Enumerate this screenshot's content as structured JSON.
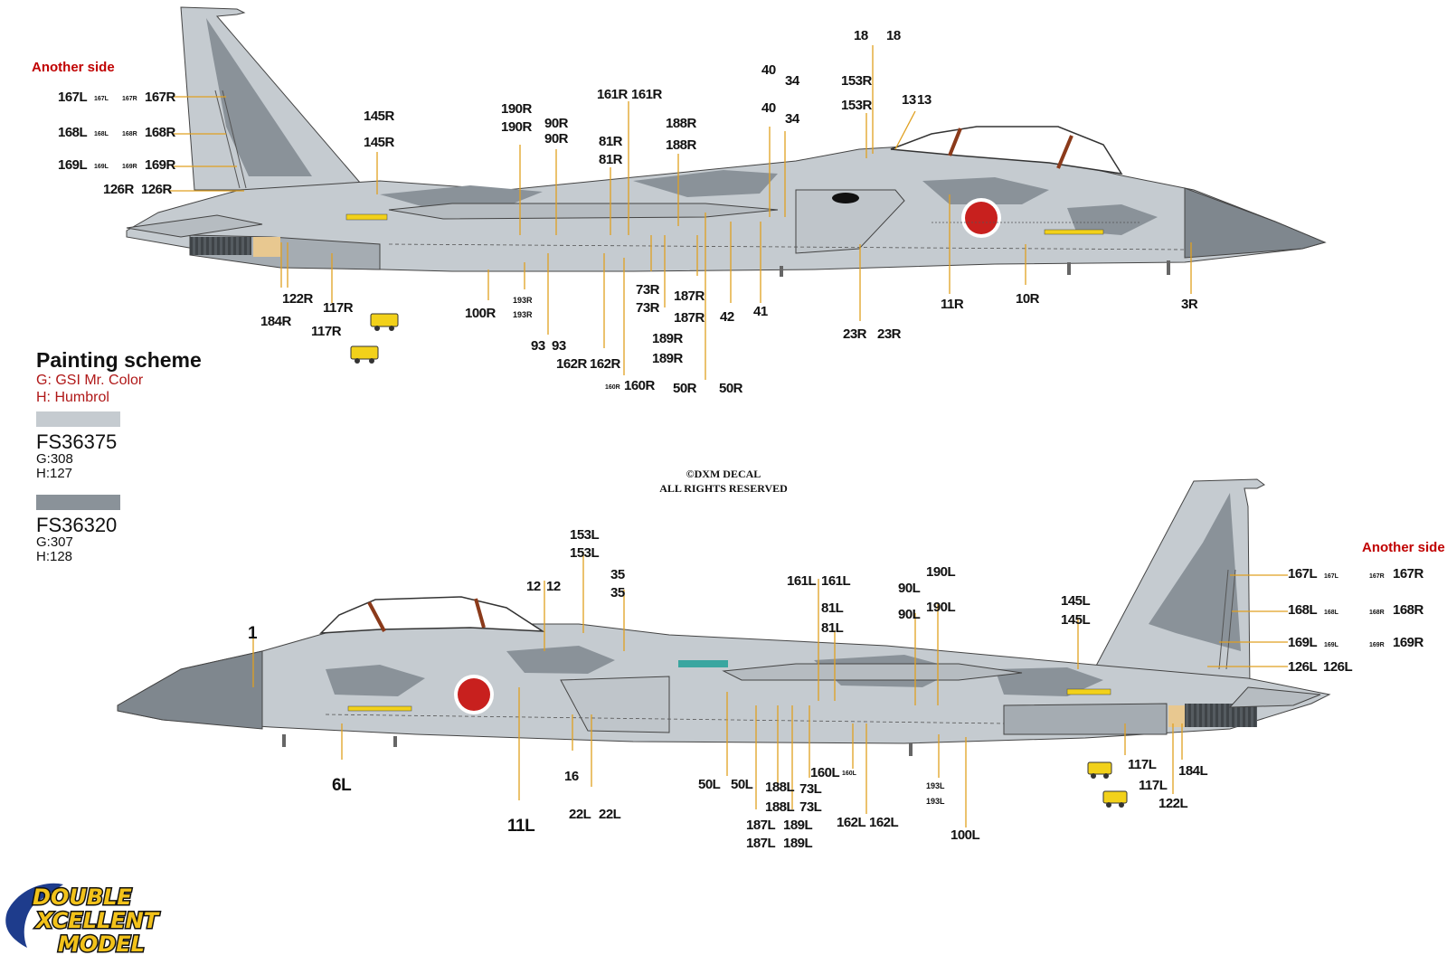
{
  "another_side_label": "Another side",
  "painting_scheme": {
    "title": "Painting scheme",
    "legend_g": "G: GSI Mr. Color",
    "legend_h": "H: Humbrol",
    "colors": [
      {
        "fs": "FS36375",
        "g": "G:308",
        "h": "H:127",
        "hex": "#c5cbd0"
      },
      {
        "fs": "FS36320",
        "g": "G:307",
        "h": "H:128",
        "hex": "#8a9299"
      }
    ]
  },
  "copyright": {
    "line1": "©DXM DECAL",
    "line2": "ALL RIGHTS RESERVED"
  },
  "brand": {
    "line1": "DOUBLE",
    "line2": "XCELLENT",
    "line3": "MODEL"
  },
  "callout_color": "#e0a020",
  "palette": {
    "light_grey": "#c5cbd0",
    "dark_grey": "#8a9299",
    "hinomaru": "#c8201e",
    "canopy_frame": "#8b3a1a",
    "decal_yellow": "#f2d11a"
  },
  "top_labels": {
    "l167L": "167L",
    "s167L": "167L",
    "s167R": "167R",
    "l167R": "167R",
    "l168L": "168L",
    "s168L": "168L",
    "s168R": "168R",
    "l168R": "168R",
    "l169L": "169L",
    "s169L": "169L",
    "s169R": "169R",
    "l169R": "169R",
    "l126R_a": "126R",
    "l126R_b": "126R",
    "l145R_a": "145R",
    "l145R_b": "145R",
    "l190R_a": "190R",
    "l190R_b": "190R",
    "l90R_a": "90R",
    "l90R_b": "90R",
    "l161R_a": "161R",
    "l161R_b": "161R",
    "l81R_a": "81R",
    "l81R_b": "81R",
    "l188R_a": "188R",
    "l188R_b": "188R",
    "l40_a": "40",
    "l34_a": "34",
    "l40_b": "40",
    "l34_b": "34",
    "l18_a": "18",
    "l18_b": "18",
    "l153R_a": "153R",
    "l153R_b": "153R",
    "l13_a": "13",
    "l13_b": "13",
    "l122R": "122R",
    "l184R": "184R",
    "l117R_a": "117R",
    "l117R_b": "117R",
    "l100R": "100R",
    "l193R_a": "193R",
    "l193R_b": "193R",
    "l93_a": "93",
    "l93_b": "93",
    "l162R_a": "162R",
    "l162R_b": "162R",
    "l160R_s": "160R",
    "l160R": "160R",
    "l73R_a": "73R",
    "l73R_b": "73R",
    "l187R_a": "187R",
    "l187R_b": "187R",
    "l189R_a": "189R",
    "l189R_b": "189R",
    "l50R_a": "50R",
    "l50R_b": "50R",
    "l42": "42",
    "l41": "41",
    "l23R_a": "23R",
    "l23R_b": "23R",
    "l11R": "11R",
    "l10R": "10R",
    "l3R": "3R"
  },
  "bottom_labels": {
    "l1": "1",
    "l6L": "6L",
    "l12_a": "12",
    "l12_b": "12",
    "l153L_a": "153L",
    "l153L_b": "153L",
    "l35_a": "35",
    "l35_b": "35",
    "l16": "16",
    "l11L": "11L",
    "l22L_a": "22L",
    "l22L_b": "22L",
    "l161L_a": "161L",
    "l161L_b": "161L",
    "l81L_a": "81L",
    "l81L_b": "81L",
    "l90L_a": "90L",
    "l90L_b": "90L",
    "l190L_a": "190L",
    "l190L_b": "190L",
    "l145L_a": "145L",
    "l145L_b": "145L",
    "l167L": "167L",
    "s167L": "167L",
    "s167R": "167R",
    "l167R": "167R",
    "l168L": "168L",
    "s168L": "168L",
    "s168R": "168R",
    "l168R": "168R",
    "l169L": "169L",
    "s169L": "169L",
    "s169R": "169R",
    "l169R": "169R",
    "l126L_a": "126L",
    "l126L_b": "126L",
    "l50L_a": "50L",
    "l50L_b": "50L",
    "l188L_a": "188L",
    "l188L_b": "188L",
    "l187L_a": "187L",
    "l187L_b": "187L",
    "l73L_a": "73L",
    "l73L_b": "73L",
    "l189L_a": "189L",
    "l189L_b": "189L",
    "l160L": "160L",
    "l160L_s": "160L",
    "l162L_a": "162L",
    "l162L_b": "162L",
    "l193L_a": "193L",
    "l193L_b": "193L",
    "l100L": "100L",
    "l117L_a": "117L",
    "l117L_b": "117L",
    "l184L": "184L",
    "l122L": "122L"
  }
}
